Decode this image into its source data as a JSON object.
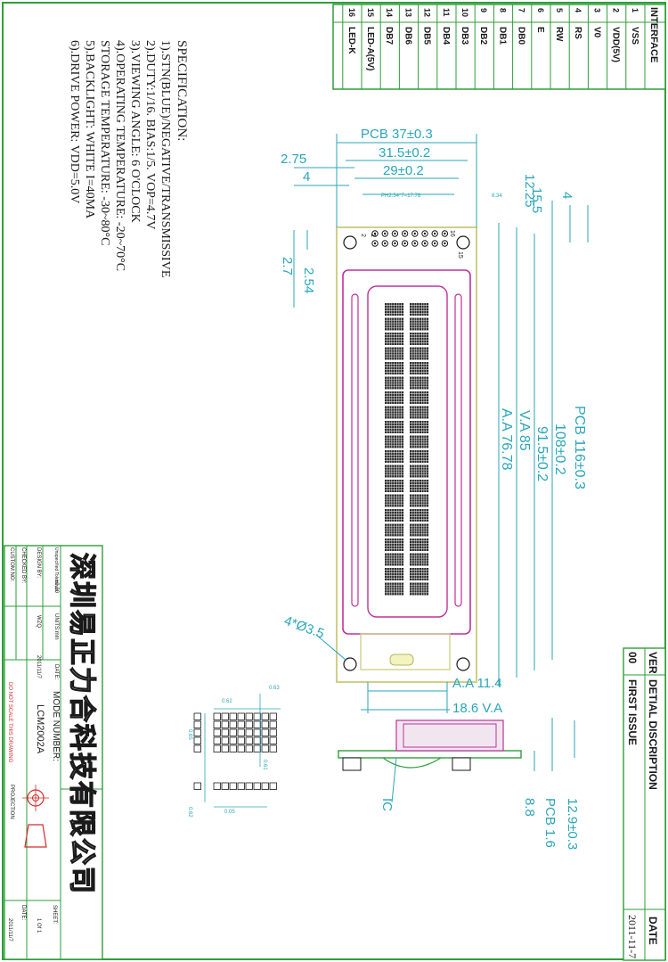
{
  "interface": {
    "header": "INTERFACE",
    "pins": [
      {
        "no": "1",
        "name": "VSS"
      },
      {
        "no": "2",
        "name": "VDD(5V)"
      },
      {
        "no": "3",
        "name": "V0"
      },
      {
        "no": "4",
        "name": "RS"
      },
      {
        "no": "5",
        "name": "RW"
      },
      {
        "no": "6",
        "name": "E"
      },
      {
        "no": "7",
        "name": "DB0"
      },
      {
        "no": "8",
        "name": "DB1"
      },
      {
        "no": "9",
        "name": "DB2"
      },
      {
        "no": "10",
        "name": "DB3"
      },
      {
        "no": "11",
        "name": "DB4"
      },
      {
        "no": "12",
        "name": "DB5"
      },
      {
        "no": "13",
        "name": "DB6"
      },
      {
        "no": "14",
        "name": "DB7"
      },
      {
        "no": "15",
        "name": "LED-A(5V)"
      },
      {
        "no": "16",
        "name": "LED-K"
      }
    ]
  },
  "specification": {
    "title": "SPECIFICATION:",
    "lines": [
      "1).STN(BLUE)/NEGATIVE/TRANSMISSIVE",
      "2).DUTY:1/16. BIAS:1/5. VOP=4.7V",
      "3).VIEWING ANGLE: 6 O'CLOCK",
      "4).OPERATING TEMPERATURE: -20~70°C",
      "   STORAGE TEMPERATURE: -30~80°C",
      "5).BACKLIGHT: WHITE  I=40MA",
      "6).DRIVE POWER: VDD=5.0V"
    ]
  },
  "revision": {
    "headers": {
      "ver": "VER",
      "desc": "DETIAL DISCRIPTION",
      "date": "DATE"
    },
    "rows": [
      {
        "ver": "00",
        "desc": "FIRST ISSUE",
        "date": "2011-11-7"
      }
    ]
  },
  "dimensions": {
    "pcb_width": "PCB 37±0.3",
    "d_31_5": "31.5±0.2",
    "d_29": "29±0.2",
    "d_2_75": "2.75",
    "d_4_left": "4",
    "pin_pitch": "PH2.54*7=17.78",
    "d_8_34": "8.34",
    "d_12_25": "12.25",
    "d_4_right": "4",
    "d_15_5": "15.5",
    "d_2_7": "2.7",
    "d_2_54": "2.54",
    "pcb_length": "PCB 116±0.3",
    "d_108": "108±0.2",
    "d_91_5": "91.5±0.2",
    "va_85": "V.A 85",
    "aa_76_78": "A.A 76.78",
    "holes": "4*Ø3.5",
    "aa_11_4": "A.A 11.4",
    "va_18_6": "18.6 V.A",
    "thickness": "12.9±0.3",
    "pcb_thick": "PCB 1.6",
    "d_8_8": "8.8",
    "ic_label": "IC",
    "pin2": "2",
    "pin1": "1",
    "pin16": "16",
    "pin15": "15",
    "dot_062": "0.62",
    "dot_063": "0.63",
    "dot_065": "0.65",
    "dot_061": "0.61",
    "dot_062b": "0.62",
    "dot_005": "0.05"
  },
  "title_block": {
    "company": "深圳易正力合科技有限公司",
    "model_label": "MODE NUMBER:",
    "model": "LCM2002A",
    "do_not_scale": "DO NOT SCALE THIS DRAWING",
    "projection": "PROJECTION",
    "sheet_label": "SHEET:",
    "sheet_value": "1 Of 1",
    "date_label": "DATE:",
    "date_value": "2011/11/7",
    "tolerance_label": "Unspecified Tolerance:",
    "tolerance_value": "±0.20",
    "units_label": "UNITS:mm",
    "design_label": "DESIGN  BY:",
    "design_value": "WZQ",
    "date2_label": "DATE:",
    "date2_value": "2011/11/7",
    "checked_label": "CHECKED  BY:",
    "custom_label": "CUSTOM NO:"
  },
  "colors": {
    "frame": "#2e9e3a",
    "dim": "#2aa6b8",
    "bezel": "#c0309a",
    "pcb": "#cfcf8a",
    "ink": "#1a1a1a",
    "red": "#d42a2a"
  }
}
